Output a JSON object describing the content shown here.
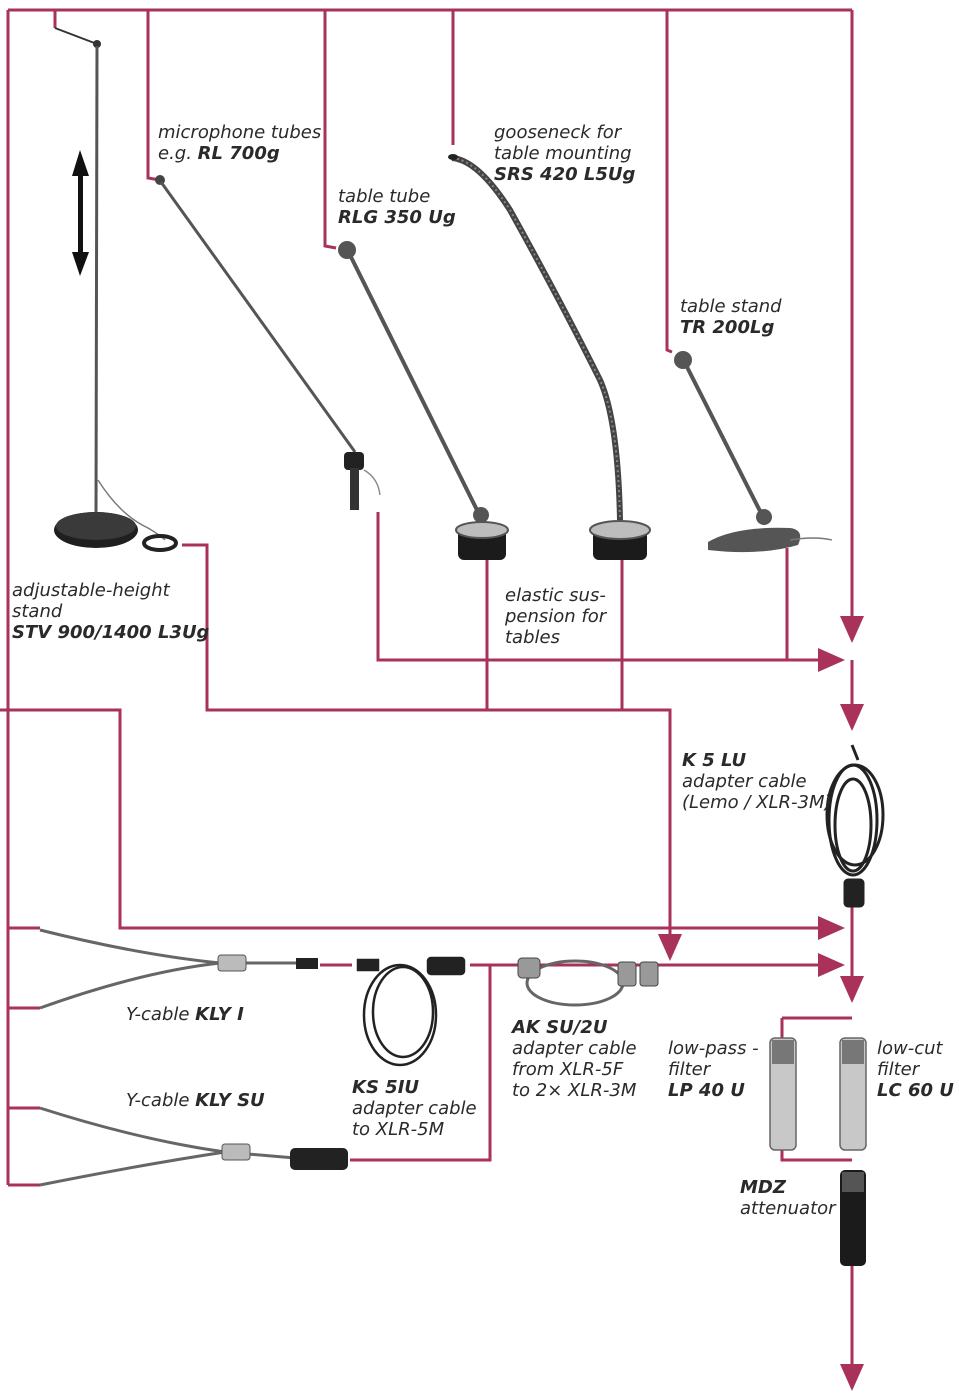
{
  "colors": {
    "line": "#a8325a",
    "equipment": "#2b2b2b",
    "metal": "#9a9a9a",
    "text": "#2a2a2a"
  },
  "labels": {
    "microphone_tubes": {
      "line1": "microphone tubes",
      "prefix": "e.g. ",
      "model": "RL 700g"
    },
    "table_tube": {
      "line1": "table tube",
      "model": "RLG 350 Ug"
    },
    "gooseneck": {
      "line1": "gooseneck for",
      "line2": "table mounting",
      "model": "SRS 420 L5Ug"
    },
    "table_stand": {
      "line1": "table stand",
      "model": "TR 200Lg"
    },
    "adjustable_stand": {
      "line1": "adjustable-height",
      "line2": "stand",
      "model": "STV 900/1400 L3Ug"
    },
    "elastic_suspension": {
      "line1": "elastic sus-",
      "line2": "pension for",
      "line3": "tables"
    },
    "k5lu": {
      "model": "K 5 LU",
      "line1": "adapter cable",
      "line2": "(Lemo / XLR-3M)"
    },
    "kly1": {
      "prefix": "Y-cable ",
      "model": "KLY I"
    },
    "klysu": {
      "prefix": "Y-cable ",
      "model": "KLY SU"
    },
    "ks5iu": {
      "model": "KS 5IU",
      "line1": "adapter cable",
      "line2": "to XLR-5M"
    },
    "aksu2u": {
      "model": "AK SU/2U",
      "line1": "adapter cable",
      "line2": "from XLR-5F",
      "line3": "to 2× XLR-3M"
    },
    "lp40u": {
      "line1": "low-pass -",
      "line2": "filter",
      "model": "LP 40 U"
    },
    "lc60u": {
      "line1": "low-cut",
      "line2": "filter",
      "model": "LC 60 U"
    },
    "mdz": {
      "model": "MDZ",
      "line1": "attenuator"
    }
  }
}
